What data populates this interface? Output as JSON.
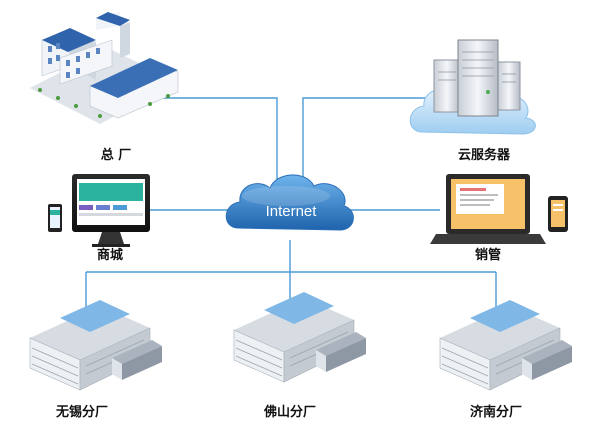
{
  "diagram": {
    "center": {
      "label": "Internet"
    },
    "nodes": {
      "hq": {
        "label": "总 厂"
      },
      "cloud_server": {
        "label": "云服务器"
      },
      "mall": {
        "label": "商城"
      },
      "sales": {
        "label": "销管"
      },
      "branch_wuxi": {
        "label": "无锡分厂"
      },
      "branch_foshan": {
        "label": "佛山分厂"
      },
      "branch_jinan": {
        "label": "济南分厂"
      }
    },
    "edges": [
      [
        "center",
        "hq"
      ],
      [
        "center",
        "cloud_server"
      ],
      [
        "center",
        "mall"
      ],
      [
        "center",
        "sales"
      ],
      [
        "center",
        "branch_wuxi"
      ],
      [
        "center",
        "branch_foshan"
      ],
      [
        "center",
        "branch_jinan"
      ]
    ]
  },
  "colors": {
    "line": "#4a9bd6",
    "cloud": "#2f7fc8",
    "building_blue": "#3a6fb5",
    "building_white": "#e8eef5",
    "factory_gray": "#c9ced4"
  }
}
